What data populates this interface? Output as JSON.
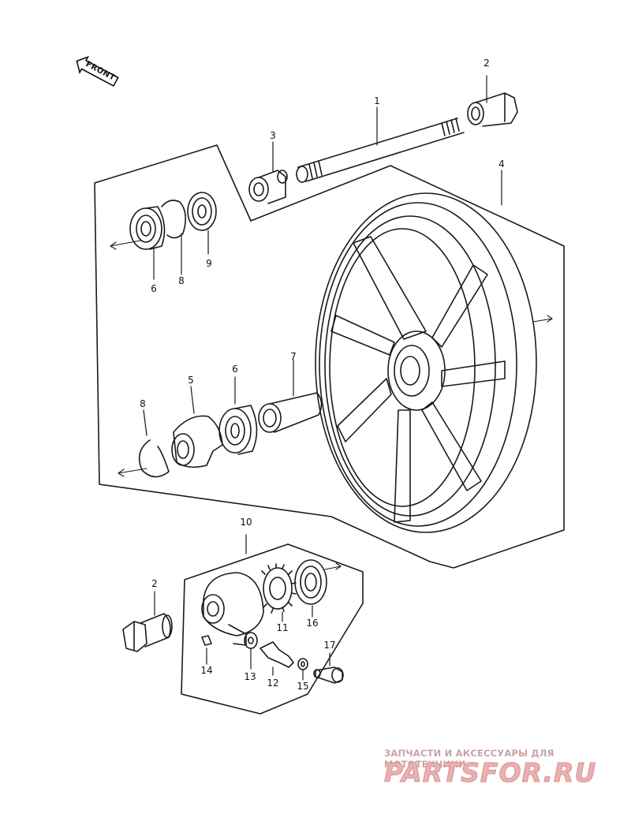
{
  "diagram": {
    "front_label": "FRONT",
    "labels": [
      {
        "id": "l1",
        "text": "1"
      },
      {
        "id": "l2a",
        "text": "2"
      },
      {
        "id": "l3",
        "text": "3"
      },
      {
        "id": "l4",
        "text": "4"
      },
      {
        "id": "l6a",
        "text": "6"
      },
      {
        "id": "l8a",
        "text": "8"
      },
      {
        "id": "l9",
        "text": "9"
      },
      {
        "id": "l5",
        "text": "5"
      },
      {
        "id": "l6b",
        "text": "6"
      },
      {
        "id": "l7",
        "text": "7"
      },
      {
        "id": "l8b",
        "text": "8"
      },
      {
        "id": "l10",
        "text": "10"
      },
      {
        "id": "l2b",
        "text": "2"
      },
      {
        "id": "l11",
        "text": "11"
      },
      {
        "id": "l16",
        "text": "16"
      },
      {
        "id": "l17",
        "text": "17"
      },
      {
        "id": "l14",
        "text": "14"
      },
      {
        "id": "l13",
        "text": "13"
      },
      {
        "id": "l12",
        "text": "12"
      },
      {
        "id": "l15",
        "text": "15"
      }
    ]
  },
  "watermark": {
    "subtitle": "ЗАПЧАСТИ И АКСЕССУАРЫ ДЛЯ МОТОТЕХНИКИ",
    "brand": "PARTSFOR.RU",
    "color": "#e9b1b1"
  }
}
